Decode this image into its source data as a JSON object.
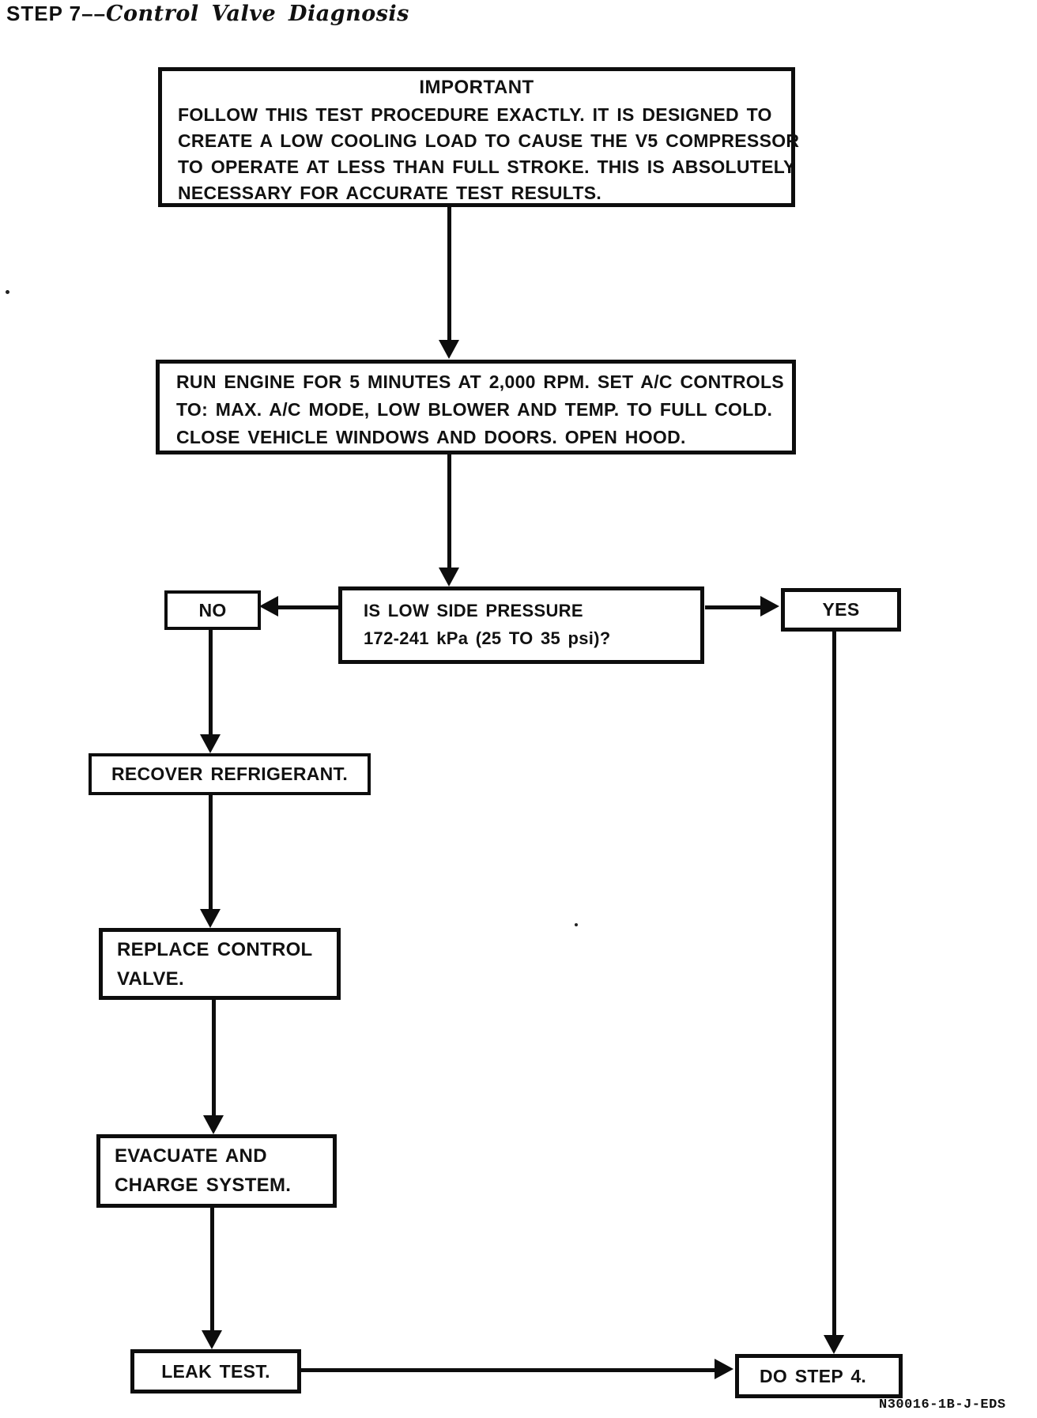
{
  "colors": {
    "ink": "#111111",
    "paper": "#ffffff"
  },
  "title": {
    "step": "STEP 7––",
    "subject": "Control Valve Diagnosis"
  },
  "flow": {
    "important": {
      "heading": "IMPORTANT",
      "lines": [
        "FOLLOW THIS TEST PROCEDURE EXACTLY. IT IS DESIGNED TO",
        "CREATE A LOW COOLING LOAD TO CAUSE THE V5 COMPRESSOR",
        "TO OPERATE AT LESS THAN FULL STROKE. THIS IS ABSOLUTELY",
        "NECESSARY FOR ACCURATE TEST RESULTS."
      ]
    },
    "run_engine": {
      "lines": [
        "RUN ENGINE FOR 5 MINUTES AT 2,000 RPM. SET A/C CONTROLS",
        "TO: MAX. A/C MODE, LOW BLOWER AND TEMP. TO FULL COLD.",
        "CLOSE VEHICLE WINDOWS AND DOORS. OPEN HOOD."
      ]
    },
    "decision": {
      "lines": [
        "IS LOW SIDE PRESSURE",
        "172-241 kPa (25 TO 35 psi)?"
      ]
    },
    "branch_no": "NO",
    "branch_yes": "YES",
    "recover": {
      "label": "RECOVER REFRIGERANT."
    },
    "replace": {
      "lines": [
        "REPLACE CONTROL",
        "VALVE."
      ]
    },
    "evacuate": {
      "lines": [
        "EVACUATE AND",
        "CHARGE SYSTEM."
      ]
    },
    "leak": {
      "label": "LEAK TEST."
    },
    "do_step": {
      "label": "DO STEP 4."
    }
  },
  "footer": {
    "code": "N30016-1B-J-EDS"
  }
}
